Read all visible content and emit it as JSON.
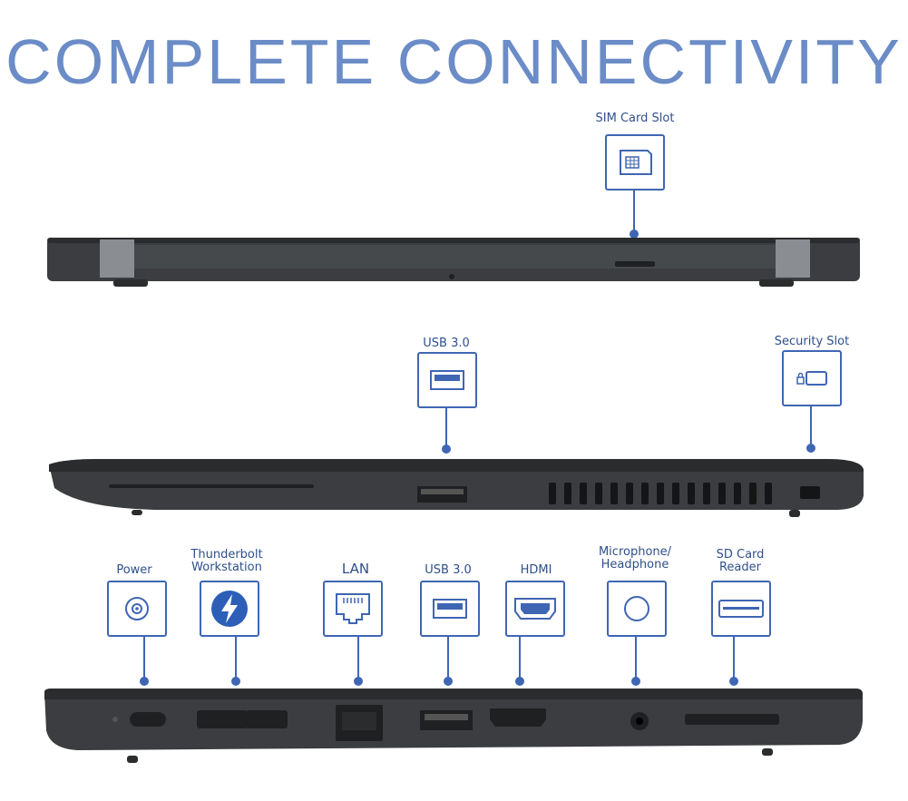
{
  "title": "COMPLETE CONNECTIVITY",
  "colors": {
    "accent": "#3f66b3",
    "title": "#6b8cc7",
    "chassis": "#3b3d40"
  },
  "views": {
    "back": {
      "ports": [
        {
          "label": "SIM Card Slot",
          "icon": "sim-card-icon"
        }
      ]
    },
    "right": {
      "ports": [
        {
          "label": "USB 3.0",
          "icon": "usb-icon"
        },
        {
          "label": "Security Slot",
          "icon": "lock-icon"
        }
      ]
    },
    "left": {
      "ports": [
        {
          "label": "Power",
          "icon": "power-icon"
        },
        {
          "label": "Thunderbolt\nWorkstation",
          "icon": "thunderbolt-icon"
        },
        {
          "label": "LAN",
          "icon": "ethernet-icon"
        },
        {
          "label": "USB 3.0",
          "icon": "usb-icon"
        },
        {
          "label": "HDMI",
          "icon": "hdmi-icon"
        },
        {
          "label": "Microphone/\nHeadphone",
          "icon": "headphone-jack-icon"
        },
        {
          "label": "SD Card\nReader",
          "icon": "sd-card-icon"
        }
      ]
    }
  }
}
